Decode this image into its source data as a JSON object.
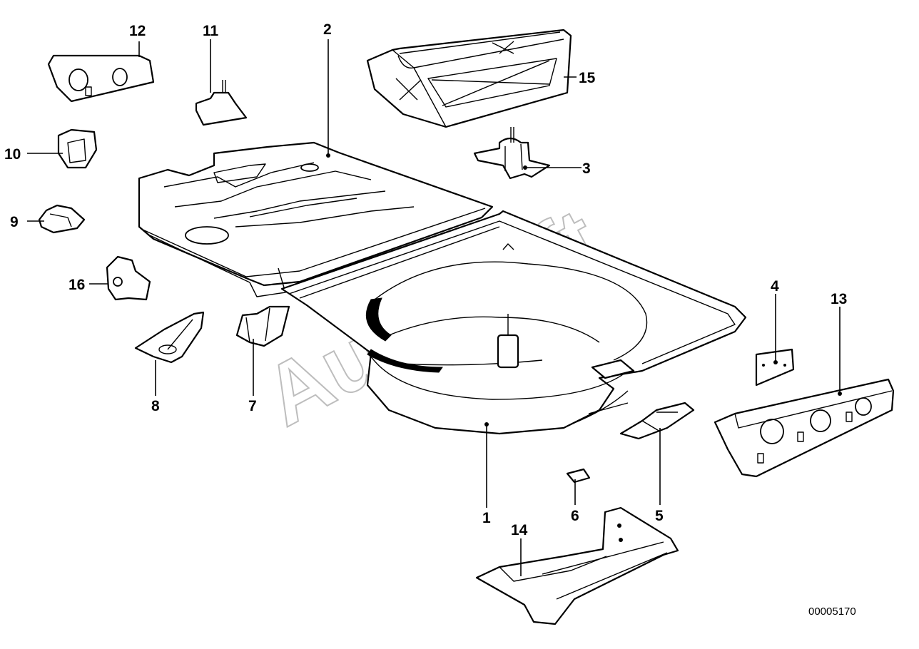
{
  "diagram": {
    "callouts": [
      "1",
      "2",
      "3",
      "4",
      "5",
      "6",
      "7",
      "8",
      "9",
      "10",
      "11",
      "12",
      "13",
      "14",
      "15",
      "16"
    ],
    "document_number": "00005170",
    "watermark": "AutoSoft"
  }
}
